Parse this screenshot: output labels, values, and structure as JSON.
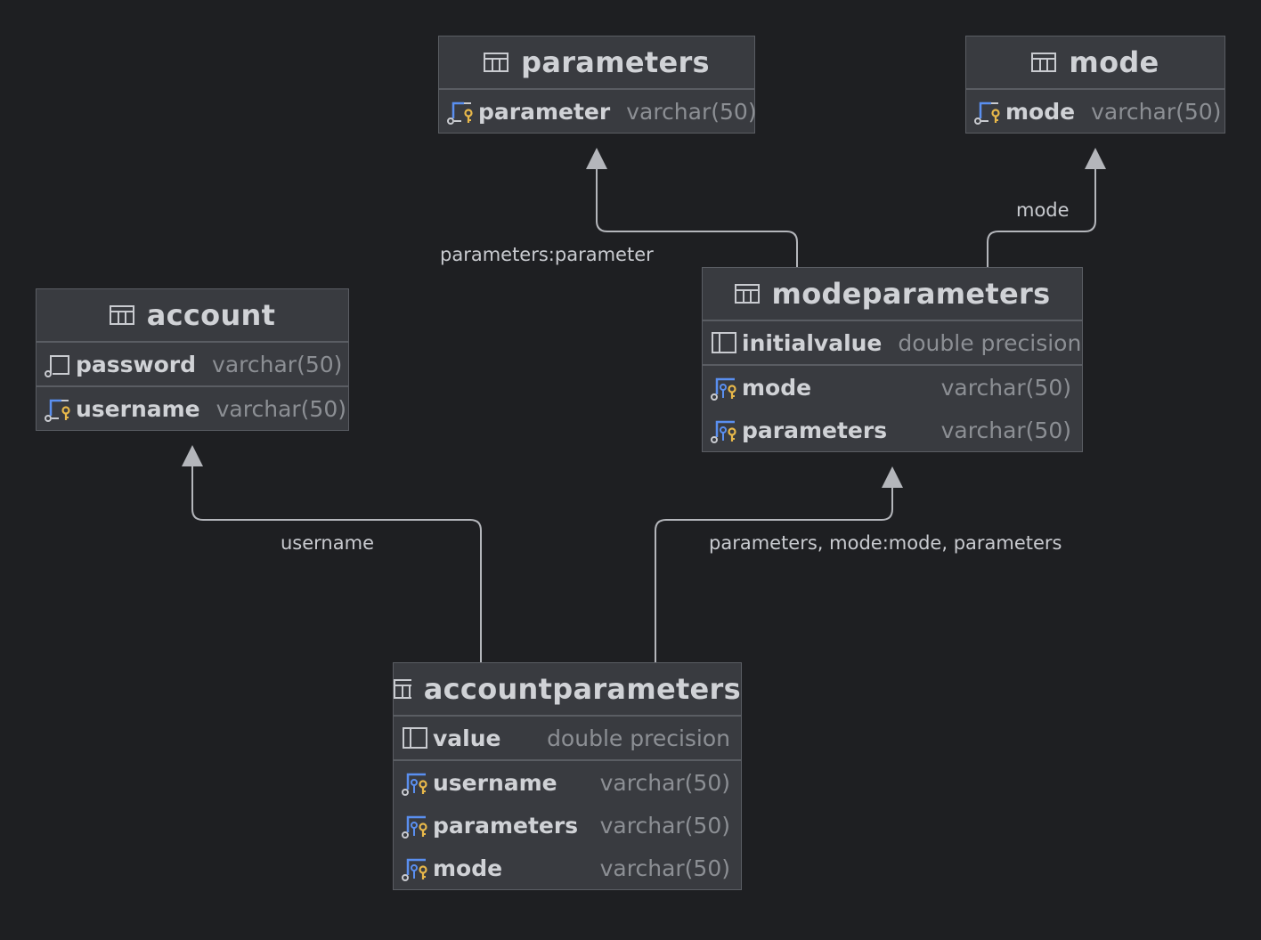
{
  "tables": {
    "parameters": {
      "name": "parameters",
      "columns": [
        {
          "name": "parameter",
          "type": "varchar(50)",
          "icon": "primary-key-icon"
        }
      ]
    },
    "mode": {
      "name": "mode",
      "columns": [
        {
          "name": "mode",
          "type": "varchar(50)",
          "icon": "primary-key-icon"
        }
      ]
    },
    "account": {
      "name": "account",
      "columns": [
        {
          "name": "password",
          "type": "varchar(50)",
          "icon": "column-not-null-icon"
        },
        {
          "name": "username",
          "type": "varchar(50)",
          "icon": "primary-key-icon"
        }
      ]
    },
    "modeparameters": {
      "name": "modeparameters",
      "columns": [
        {
          "name": "initialvalue",
          "type": "double precision",
          "icon": "column-icon"
        },
        {
          "name": "mode",
          "type": "varchar(50)",
          "icon": "primary-foreign-key-icon"
        },
        {
          "name": "parameters",
          "type": "varchar(50)",
          "icon": "primary-foreign-key-icon"
        }
      ]
    },
    "accountparameters": {
      "name": "accountparameters",
      "columns": [
        {
          "name": "value",
          "type": "double precision",
          "icon": "column-icon"
        },
        {
          "name": "username",
          "type": "varchar(50)",
          "icon": "primary-foreign-key-icon"
        },
        {
          "name": "parameters",
          "type": "varchar(50)",
          "icon": "primary-foreign-key-icon"
        },
        {
          "name": "mode",
          "type": "varchar(50)",
          "icon": "primary-foreign-key-icon"
        }
      ]
    }
  },
  "relations": [
    {
      "from": "modeparameters",
      "to": "parameters",
      "label": "parameters:parameter"
    },
    {
      "from": "modeparameters",
      "to": "mode",
      "label": "mode"
    },
    {
      "from": "accountparameters",
      "to": "account",
      "label": "username"
    },
    {
      "from": "accountparameters",
      "to": "modeparameters",
      "label": "parameters, mode:mode, parameters"
    }
  ],
  "colors": {
    "background": "#1e1f22",
    "table_fill": "#393b40",
    "border": "#5a5d63",
    "edge": "#b4b6bb",
    "key_yellow": "#e8b84a",
    "key_blue": "#5a8ff0"
  }
}
